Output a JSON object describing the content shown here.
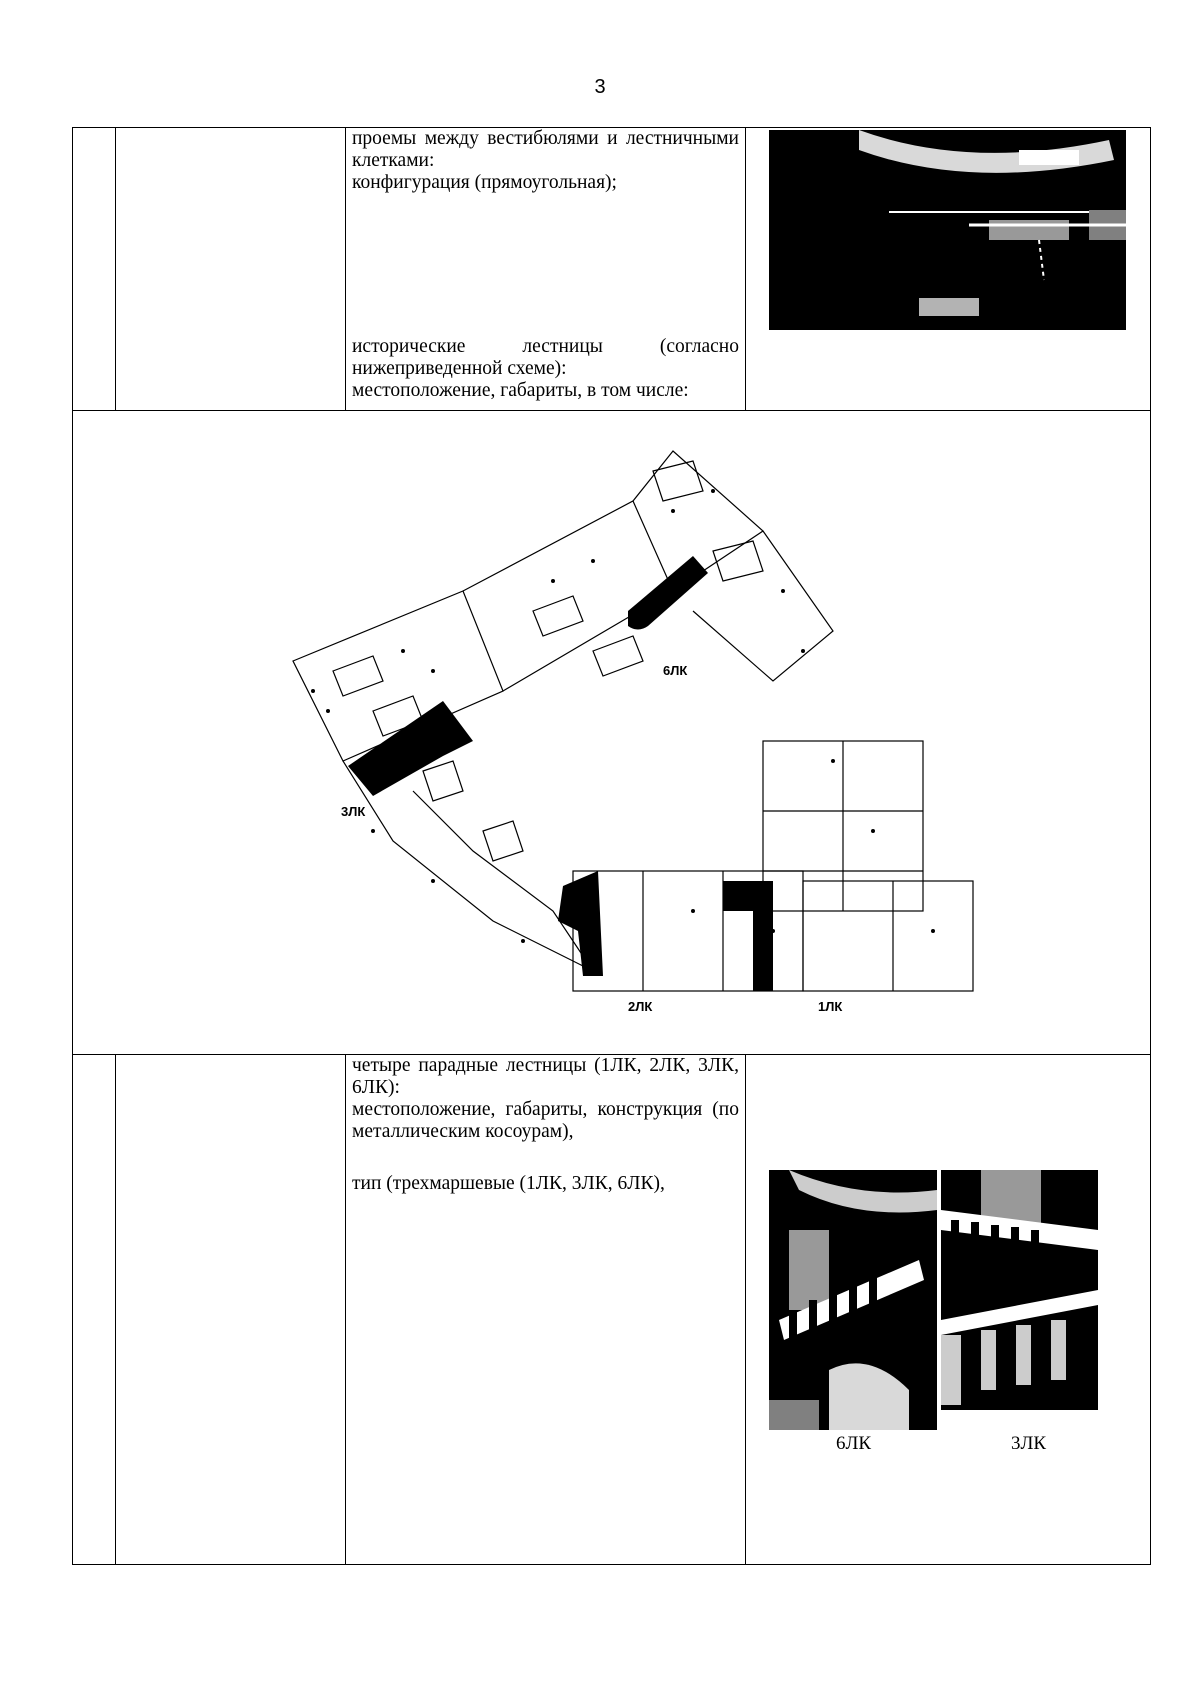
{
  "page": {
    "number": "3"
  },
  "rows": [
    {
      "paragraphs": [
        "проемы между вестибюлями и лестничными клетками:",
        "конфигурация (прямоугольная);"
      ],
      "paragraphs_bottom": [
        "исторические лестницы (согласно нижеприведенной схеме):",
        "местоположение, габариты, в том числе:"
      ]
    }
  ],
  "plan": {
    "labels": {
      "lk6": "6ЛК",
      "lk3": "3ЛК",
      "lk2": "2ЛК",
      "lk1": "1ЛК"
    }
  },
  "row3": {
    "paragraphs": [
      "четыре парадные лестницы (1ЛК, 2ЛК, 3ЛК, 6ЛК):",
      "местоположение, габариты, конструкция (по металлическим косоурам),"
    ],
    "paragraph_type": "тип (трехмаршевые (1ЛК, 3ЛК, 6ЛК),",
    "captions": {
      "left": "6ЛК",
      "right": "3ЛК"
    }
  }
}
